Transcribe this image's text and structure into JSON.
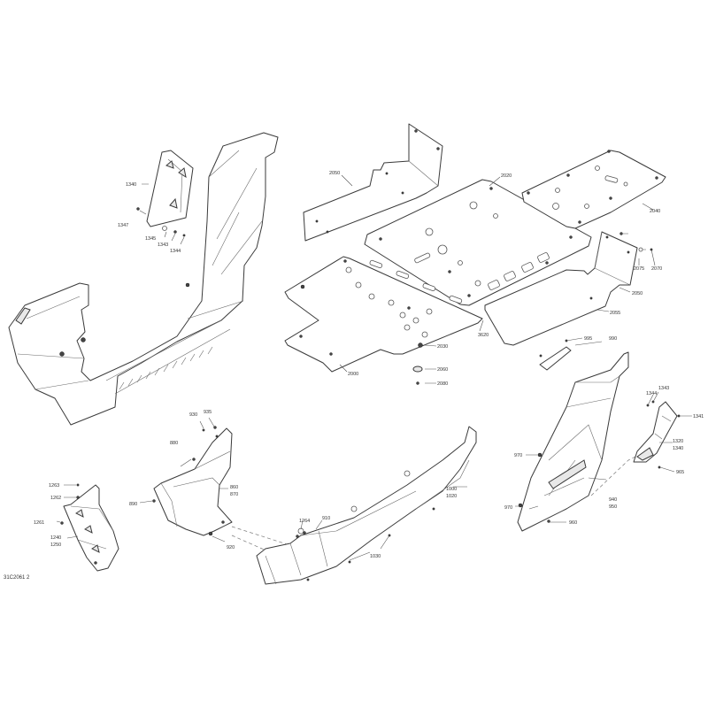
{
  "diagram": {
    "reference_code": "31C2061 2",
    "callouts": {
      "c1340a": "1340",
      "c1347": "1347",
      "c1345": "1345",
      "c1343a": "1343",
      "c1344a": "1344",
      "c2050a": "2050",
      "c2020": "2020",
      "c2040": "2040",
      "c2075": "2075",
      "c2070": "2070",
      "c2050b": "2050",
      "c2055": "2055",
      "c3620": "3620",
      "c2030": "2030",
      "c2060": "2060",
      "c2080": "2080",
      "c2000": "2000",
      "c995": "995",
      "c990": "990",
      "c1344b": "1344",
      "c1343b": "1343",
      "c1341": "1341",
      "c1320": "1320",
      "c1340b": "1340",
      "c965": "965",
      "c970a": "970",
      "c970b": "970",
      "c940": "940",
      "c950": "950",
      "c960": "960",
      "c930": "930",
      "c935": "935",
      "c880": "880",
      "c860": "860",
      "c870": "870",
      "c890": "890",
      "c920": "920",
      "c1264": "1264",
      "c910": "910",
      "c1000": "1000",
      "c1020": "1020",
      "c1030": "1030",
      "c1263": "1263",
      "c1262": "1262",
      "c1261": "1261",
      "c1240": "1240",
      "c1250": "1250"
    }
  }
}
